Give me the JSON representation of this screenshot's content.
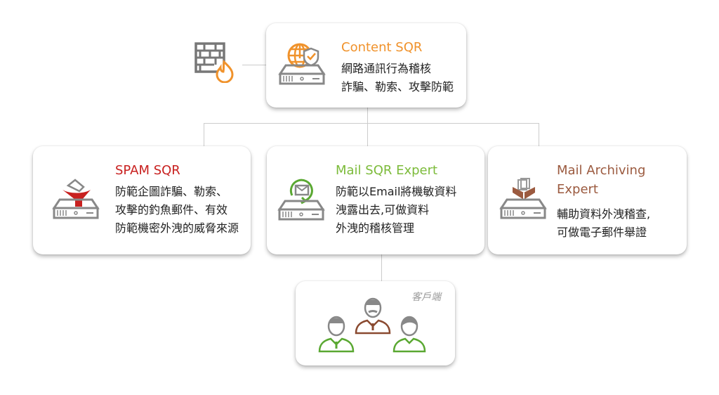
{
  "colors": {
    "orange": "#f0922b",
    "red": "#c8201f",
    "green": "#7cbb3a",
    "brown": "#9b5a3f",
    "gray": "#777777"
  },
  "content": {
    "title": "Content SQR",
    "lines": [
      "網路通訊行為稽核",
      "詐騙、勒索、攻擊防範"
    ]
  },
  "spam": {
    "title": "SPAM SQR",
    "lines": [
      "防範企圖詐騙、勒索、",
      "攻擊的釣魚郵件、有效",
      "防範機密外洩的威脅來源"
    ]
  },
  "mail": {
    "title": "Mail SQR Expert",
    "lines": [
      "防範以Email將機敏資料",
      "洩露出去,可做資料",
      "外洩的稽核管理"
    ]
  },
  "archive": {
    "title_lines": [
      "Mail Archiving",
      "Expert"
    ],
    "lines": [
      "輔助資料外洩稽查,",
      "可做電子郵件舉證"
    ]
  },
  "clients": {
    "label": "客戶端"
  }
}
